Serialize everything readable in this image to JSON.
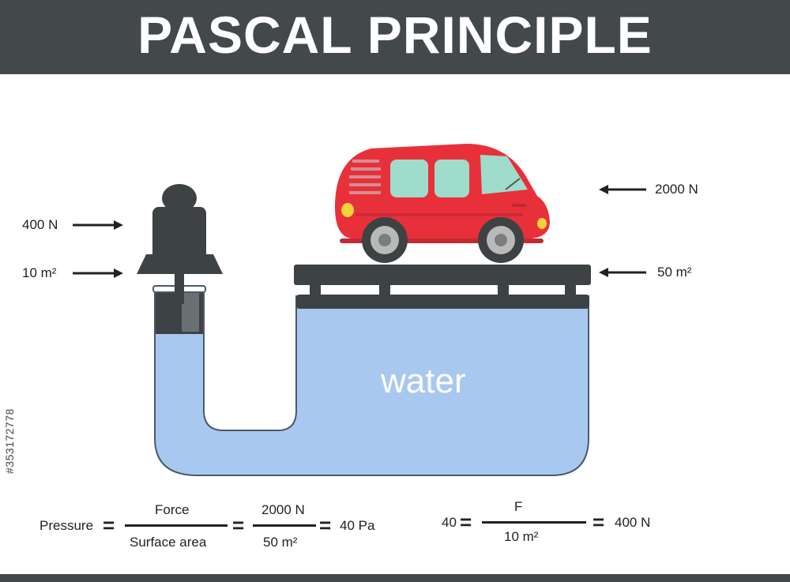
{
  "title": "PASCAL PRINCIPLE",
  "left_force": "400 N",
  "left_area": "10 m²",
  "right_force": "2000 N",
  "right_area": "50 m²",
  "fluid_label": "water",
  "stock_id": "#353172778",
  "formula_left": {
    "pressure": "Pressure",
    "force": "Force",
    "surface_area": "Surface area",
    "num": "2000 N",
    "den": "50 m²",
    "result": "40 Pa"
  },
  "formula_right": {
    "lhs": "40",
    "num": "F",
    "den": "10 m²",
    "result": "400 N"
  },
  "colors": {
    "header": "#43494b",
    "water": "#a9c8ef",
    "car_body": "#e8303a",
    "dark_metal": "#3d4244"
  }
}
